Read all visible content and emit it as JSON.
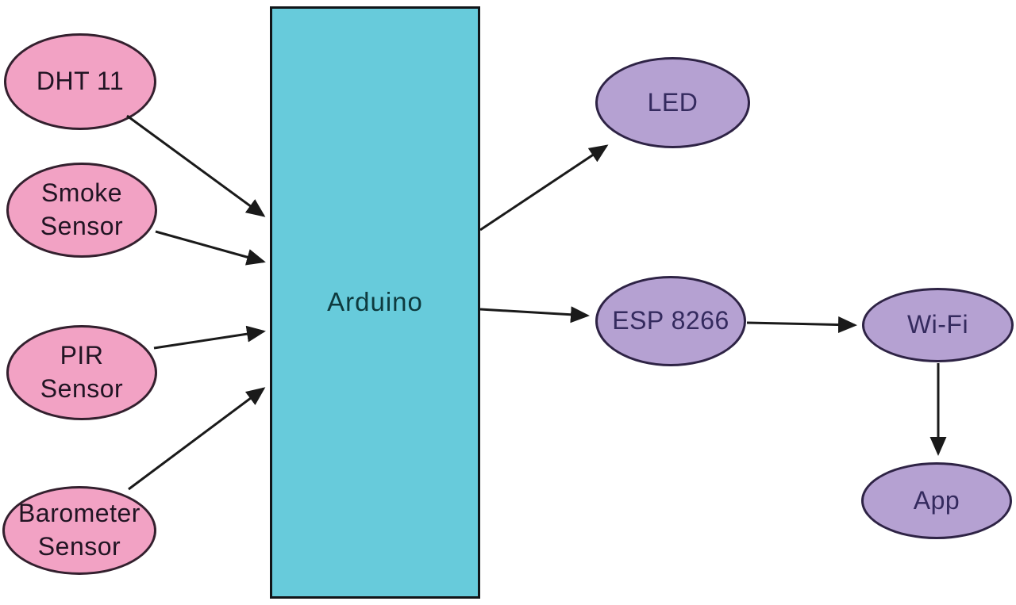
{
  "diagram": {
    "type": "block-diagram",
    "background": "#ffffff",
    "colors": {
      "sensor_fill": "#f2a2c4",
      "sensor_border": "#33202e",
      "output_fill": "#b5a1d2",
      "output_border": "#2e2345",
      "controller_fill": "#67cbdb",
      "controller_border": "#111518",
      "arrow": "#1a1a1a"
    },
    "nodes": {
      "dht11": {
        "label": "DHT 11",
        "type": "sensor",
        "shape": "ellipse"
      },
      "smoke": {
        "label": "Smoke Sensor",
        "type": "sensor",
        "shape": "ellipse"
      },
      "pir": {
        "label": "PIR Sensor",
        "type": "sensor",
        "shape": "ellipse"
      },
      "barometer": {
        "label": "Barometer Sensor",
        "type": "sensor",
        "shape": "ellipse"
      },
      "arduino": {
        "label": "Arduino",
        "type": "controller",
        "shape": "rect"
      },
      "led": {
        "label": "LED",
        "type": "output",
        "shape": "ellipse"
      },
      "esp8266": {
        "label": "ESP 8266",
        "type": "output",
        "shape": "ellipse"
      },
      "wifi": {
        "label": "Wi-Fi",
        "type": "output",
        "shape": "ellipse"
      },
      "app": {
        "label": "App",
        "type": "output",
        "shape": "ellipse"
      }
    },
    "edges": [
      {
        "from": "dht11",
        "to": "arduino"
      },
      {
        "from": "smoke",
        "to": "arduino"
      },
      {
        "from": "pir",
        "to": "arduino"
      },
      {
        "from": "barometer",
        "to": "arduino"
      },
      {
        "from": "arduino",
        "to": "led"
      },
      {
        "from": "arduino",
        "to": "esp8266"
      },
      {
        "from": "esp8266",
        "to": "wifi"
      },
      {
        "from": "wifi",
        "to": "app"
      }
    ]
  }
}
